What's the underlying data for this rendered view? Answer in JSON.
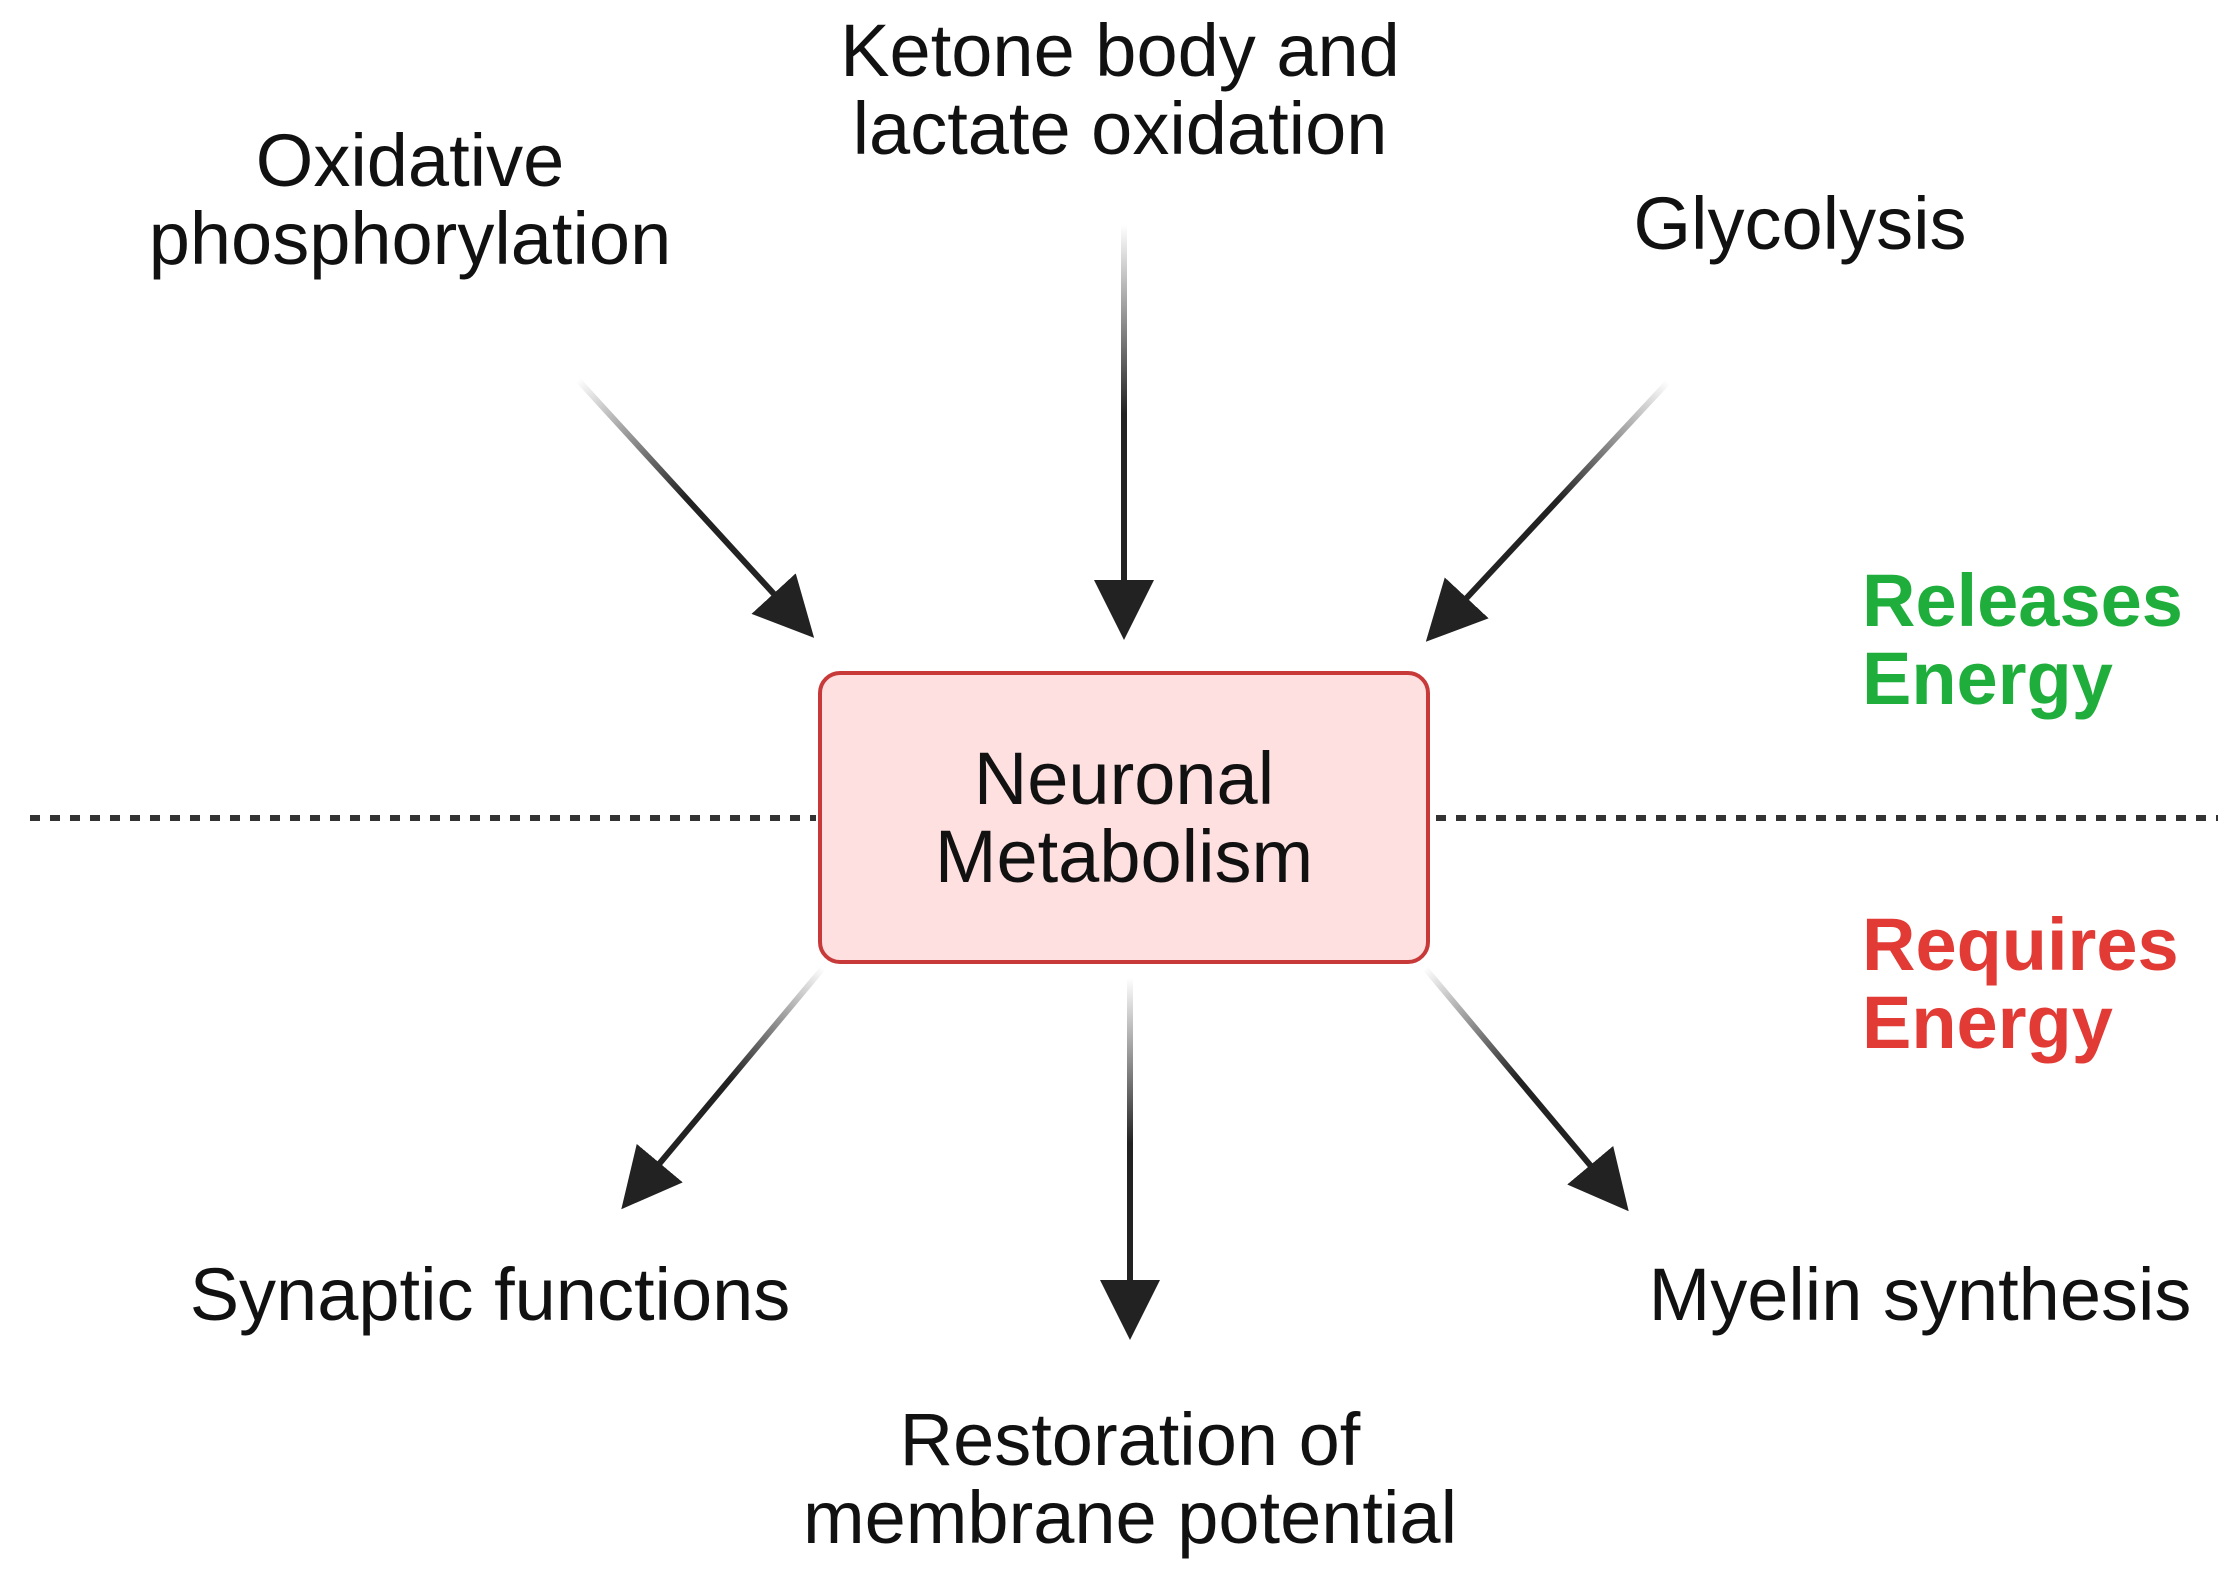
{
  "diagram": {
    "center": {
      "line1": "Neuronal",
      "line2": "Metabolism",
      "fill": "#fde0df",
      "border": "#c83a3a"
    },
    "inputs": [
      {
        "id": "oxphos",
        "line1": "Oxidative",
        "line2": "phosphorylation"
      },
      {
        "id": "ketone",
        "line1": "Ketone body and",
        "line2": "lactate oxidation"
      },
      {
        "id": "glycolysis",
        "line1": "Glycolysis"
      }
    ],
    "outputs": [
      {
        "id": "synaptic",
        "line1": "Synaptic functions"
      },
      {
        "id": "restoration",
        "line1": "Restoration of",
        "line2": "membrane potential"
      },
      {
        "id": "myelin",
        "line1": "Myelin synthesis"
      }
    ],
    "releases": {
      "line1": "Releases",
      "line2": "Energy",
      "color": "#1fae3c"
    },
    "requires": {
      "line1": "Requires",
      "line2": "Energy",
      "color": "#e23a35"
    },
    "arrow_color": "#222222",
    "divider_color": "#333333"
  }
}
